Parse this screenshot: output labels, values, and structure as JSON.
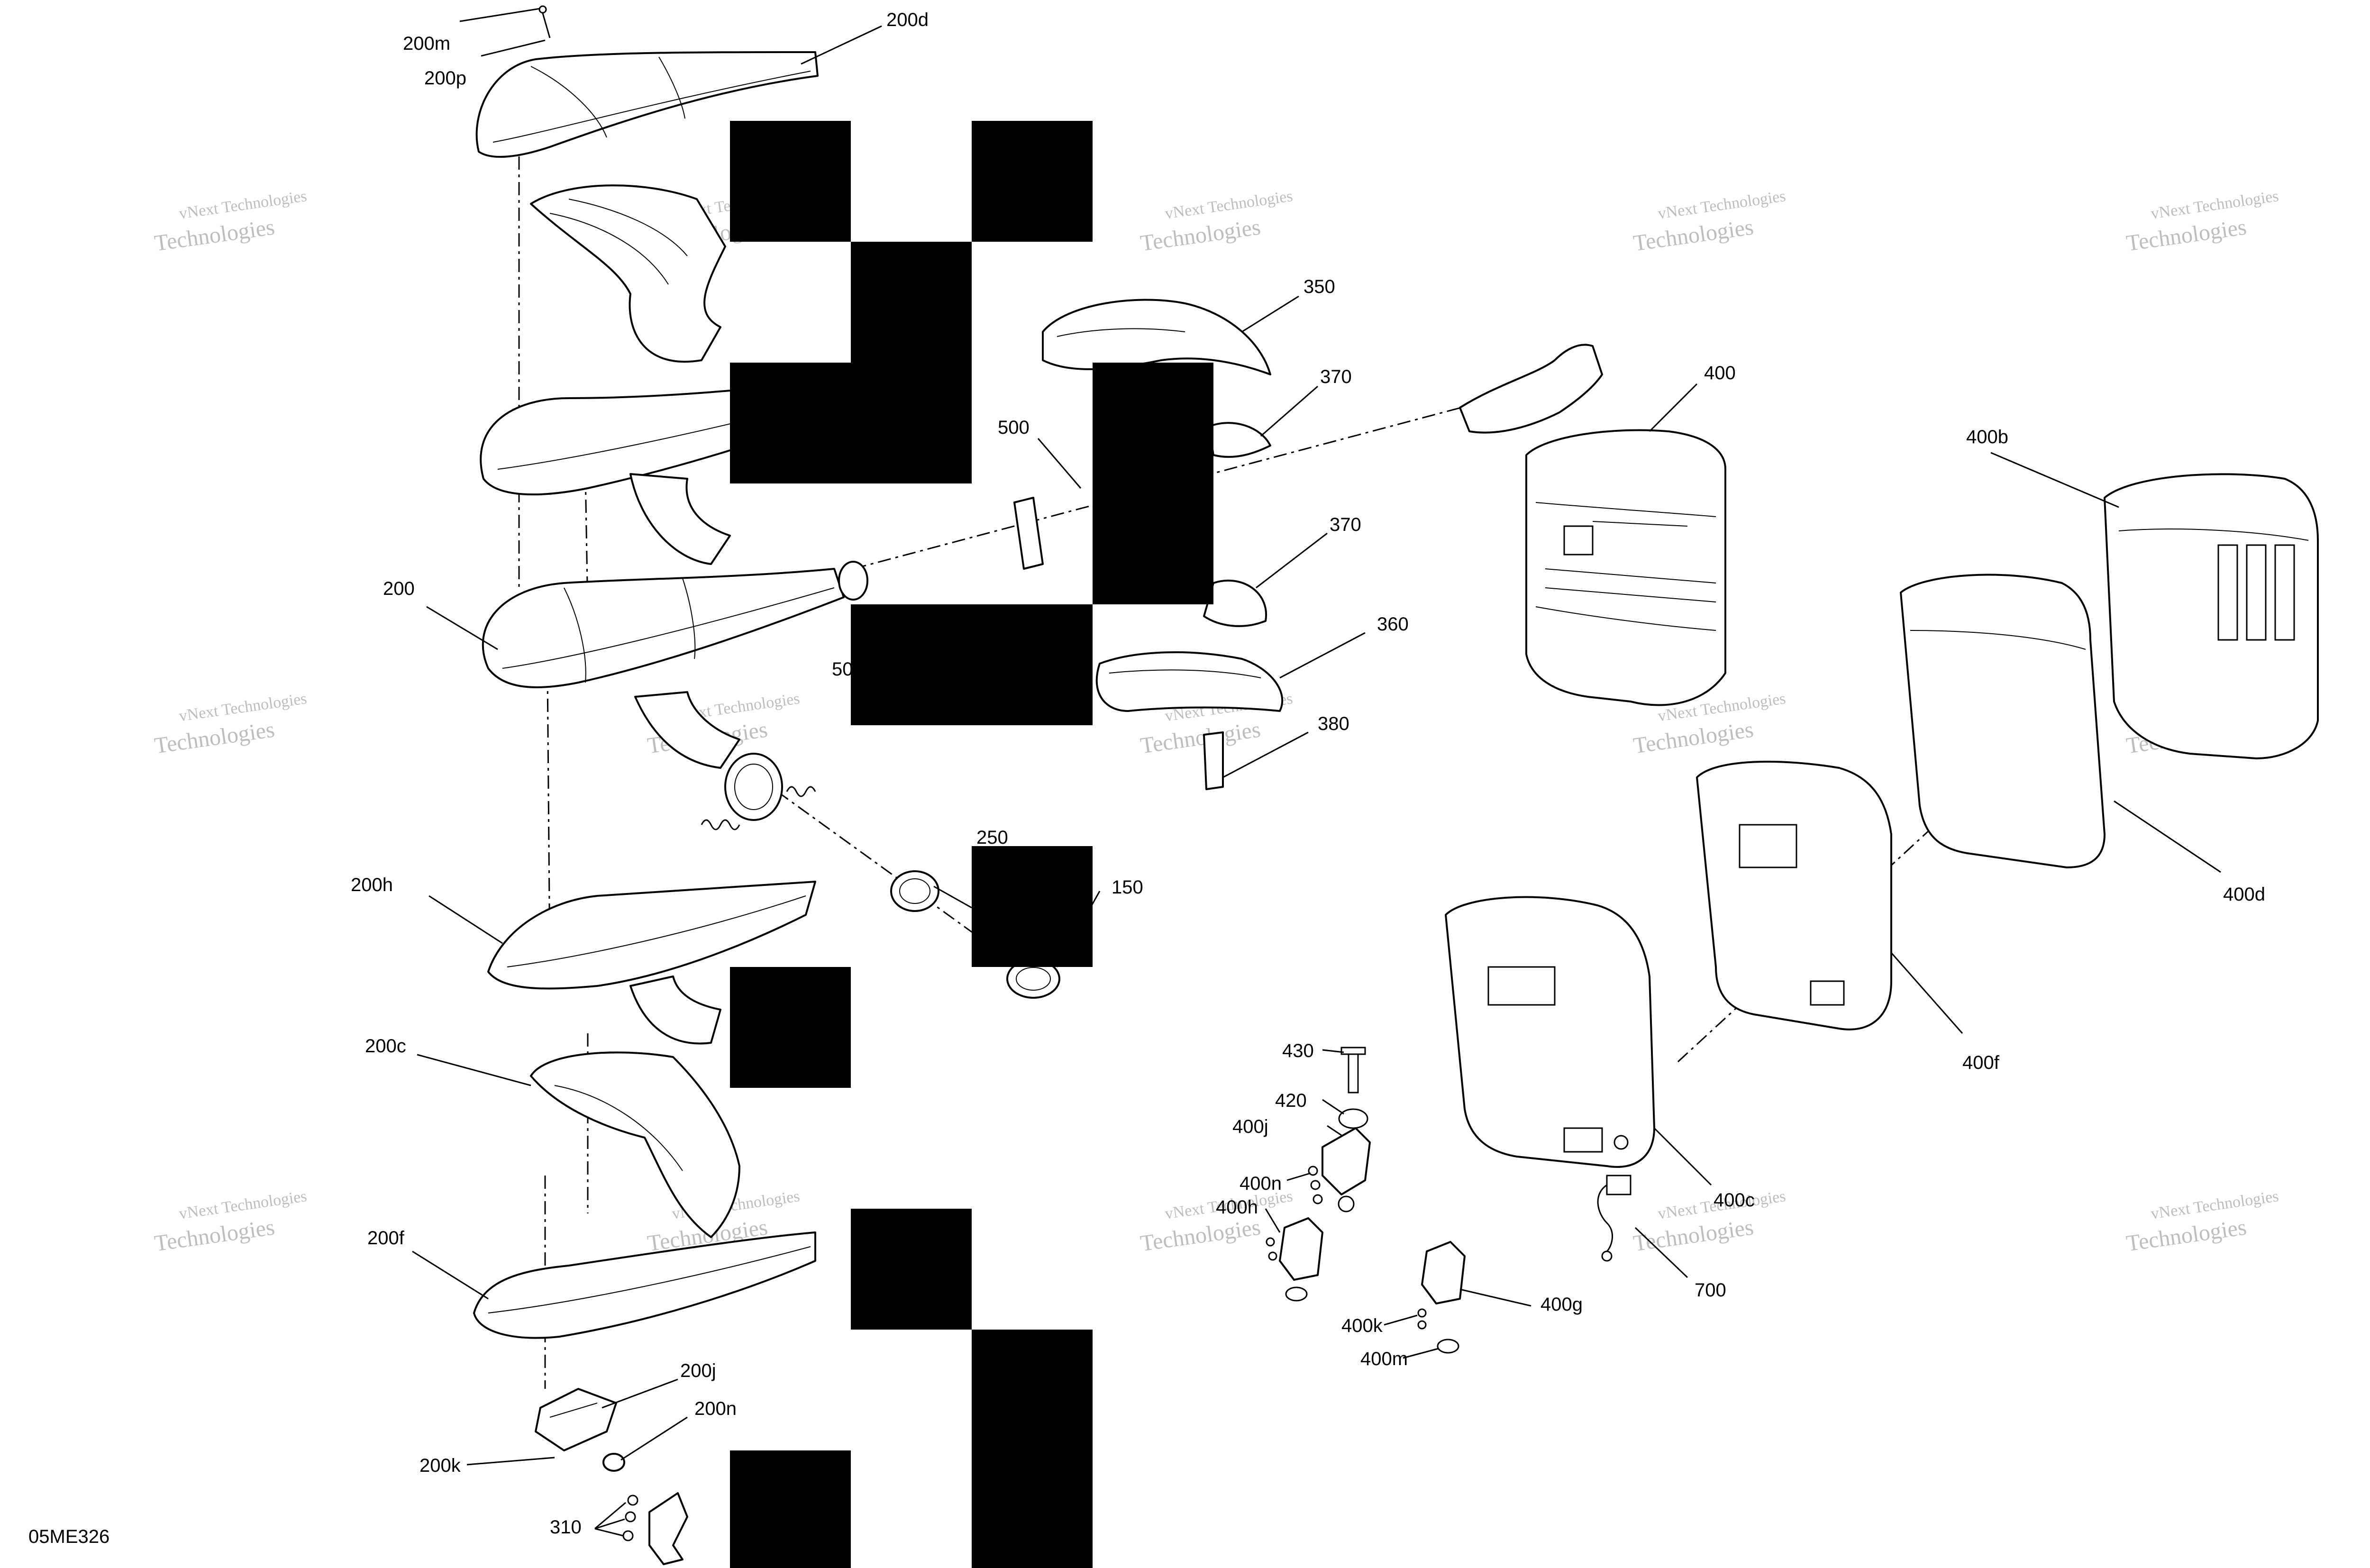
{
  "diagram_code": "05ME326",
  "watermark": {
    "line1": "vNext Technologies",
    "line2": "Technologies"
  },
  "callouts": {
    "c200m": "200m",
    "c200p": "200p",
    "c200d": "200d",
    "c200": "200",
    "c200h": "200h",
    "c200c": "200c",
    "c200f": "200f",
    "c200j": "200j",
    "c200n": "200n",
    "c200k": "200k",
    "c310": "310",
    "c500a": "500",
    "c500b": "50",
    "c250": "250",
    "c150": "150",
    "c350": "350",
    "c370a": "370",
    "c370b": "370",
    "c360": "360",
    "c380": "380",
    "c400": "400",
    "c400b": "400b",
    "c400d": "400d",
    "c400f": "400f",
    "c400c": "400c",
    "c700": "700",
    "c430": "430",
    "c420": "420",
    "c400j": "400j",
    "c400n": "400n",
    "c400h": "400h",
    "c400g": "400g",
    "c400k": "400k",
    "c400m": "400m"
  }
}
